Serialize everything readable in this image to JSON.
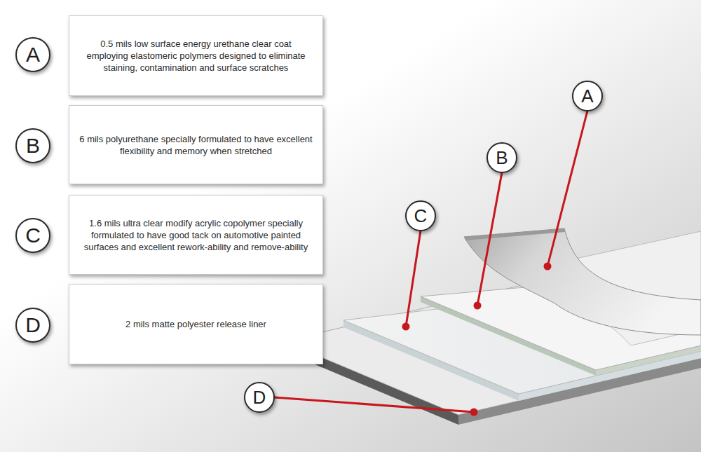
{
  "diagram": {
    "nodes": [
      {
        "text": [
          "A"
        ]
      },
      {
        "text": [
          "0.5 mils low surface energy urethane clear coat employing elastomeric polymers designed to eliminate staining, contamination and surface scratches"
        ]
      },
      {
        "text": [
          "B"
        ]
      },
      {
        "text": [
          "6 mils polyurethane specially formulated to have excellent flexibility and memory when stretched"
        ]
      },
      {
        "text": [
          "C"
        ]
      },
      {
        "text": [
          "1.6 mils ultra clear modify acrylic copolymer specially formulated to have good tack on automotive painted surfaces and excellent rework-ability and remove-ability"
        ]
      },
      {
        "text": [
          "D"
        ]
      },
      {
        "text": [
          "2 mils matte polyester release liner"
        ]
      },
      {
        "text": [
          "A"
        ]
      },
      {
        "text": [
          "B"
        ]
      },
      {
        "text": [
          "C"
        ]
      },
      {
        "text": [
          "D"
        ]
      }
    ]
  }
}
